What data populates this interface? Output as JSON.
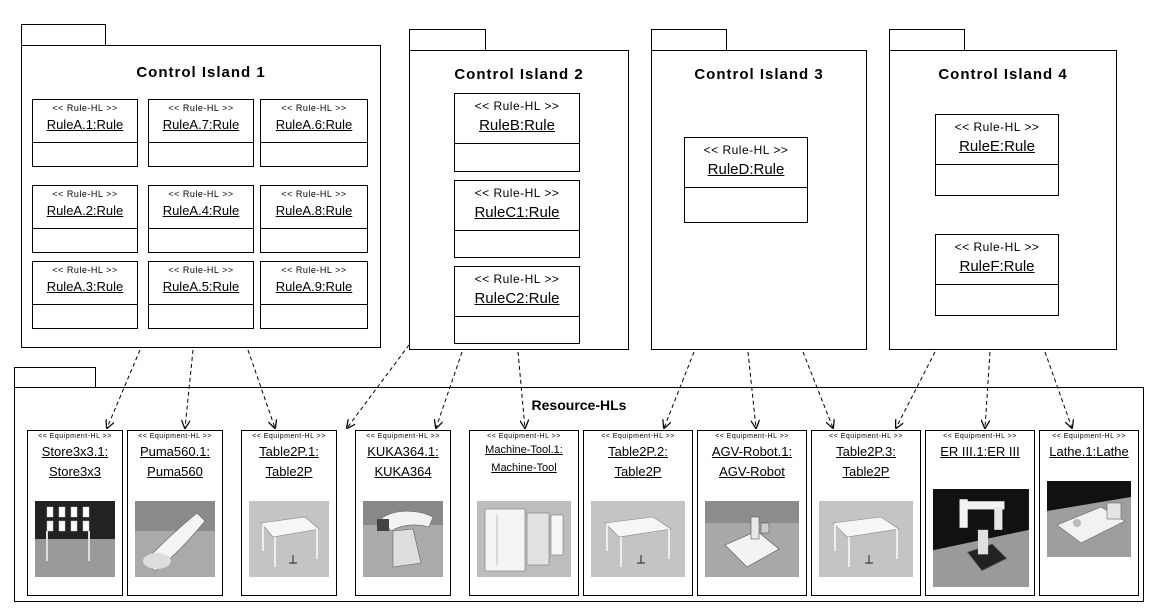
{
  "islands": [
    {
      "title": "Control Island 1",
      "rules": [
        {
          "stereotype": "<< Rule-HL >>",
          "name": "RuleA.1:Rule"
        },
        {
          "stereotype": "<< Rule-HL >>",
          "name": "RuleA.7:Rule"
        },
        {
          "stereotype": "<< Rule-HL >>",
          "name": "RuleA.6:Rule"
        },
        {
          "stereotype": "<< Rule-HL >>",
          "name": "RuleA.2:Rule"
        },
        {
          "stereotype": "<< Rule-HL >>",
          "name": "RuleA.4:Rule"
        },
        {
          "stereotype": "<< Rule-HL >>",
          "name": "RuleA.8:Rule"
        },
        {
          "stereotype": "<< Rule-HL >>",
          "name": "RuleA.3:Rule"
        },
        {
          "stereotype": "<< Rule-HL >>",
          "name": "RuleA.5:Rule"
        },
        {
          "stereotype": "<< Rule-HL >>",
          "name": "RuleA.9:Rule"
        }
      ]
    },
    {
      "title": "Control Island 2",
      "rules": [
        {
          "stereotype": "<< Rule-HL >>",
          "name": "RuleB:Rule"
        },
        {
          "stereotype": "<< Rule-HL >>",
          "name": "RuleC1:Rule"
        },
        {
          "stereotype": "<< Rule-HL >>",
          "name": "RuleC2:Rule"
        }
      ]
    },
    {
      "title": "Control Island 3",
      "rules": [
        {
          "stereotype": "<< Rule-HL >>",
          "name": "RuleD:Rule"
        }
      ]
    },
    {
      "title": "Control Island 4",
      "rules": [
        {
          "stereotype": "<< Rule-HL >>",
          "name": "RuleE:Rule"
        },
        {
          "stereotype": "<< Rule-HL >>",
          "name": "RuleF:Rule"
        }
      ]
    }
  ],
  "resources": {
    "title": "Resource-HLs",
    "items": [
      {
        "stereotype": "<< Equipment-HL >>",
        "line1": "Store3x3.1:",
        "line2": "Store3x3",
        "image": "storage-rack"
      },
      {
        "stereotype": "<< Equipment-HL >>",
        "line1": "Puma560.1:",
        "line2": "Puma560",
        "image": "robot-arm"
      },
      {
        "stereotype": "<< Equipment-HL >>",
        "line1": "Table2P.1:",
        "line2": "Table2P",
        "image": "table"
      },
      {
        "stereotype": "<< Equipment-HL >>",
        "line1": "KUKA364.1:",
        "line2": "KUKA364",
        "image": "robot-arm"
      },
      {
        "stereotype": "<< Equipment-HL >>",
        "line1": "Machine-Tool.1:",
        "line2": "Machine-Tool",
        "image": "machine-tool"
      },
      {
        "stereotype": "<< Equipment-HL >>",
        "line1": "Table2P.2:",
        "line2": "Table2P",
        "image": "table"
      },
      {
        "stereotype": "<< Equipment-HL >>",
        "line1": "AGV-Robot.1:",
        "line2": "AGV-Robot",
        "image": "agv-robot"
      },
      {
        "stereotype": "<< Equipment-HL >>",
        "line1": "Table2P.3:",
        "line2": "Table2P",
        "image": "table"
      },
      {
        "stereotype": "<< Equipment-HL >>",
        "line1": "ER III.1:ER III",
        "line2": "",
        "image": "robot-arm"
      },
      {
        "stereotype": "<< Equipment-HL >>",
        "line1": "Lathe.1:Lathe",
        "line2": "",
        "image": "lathe"
      }
    ]
  }
}
